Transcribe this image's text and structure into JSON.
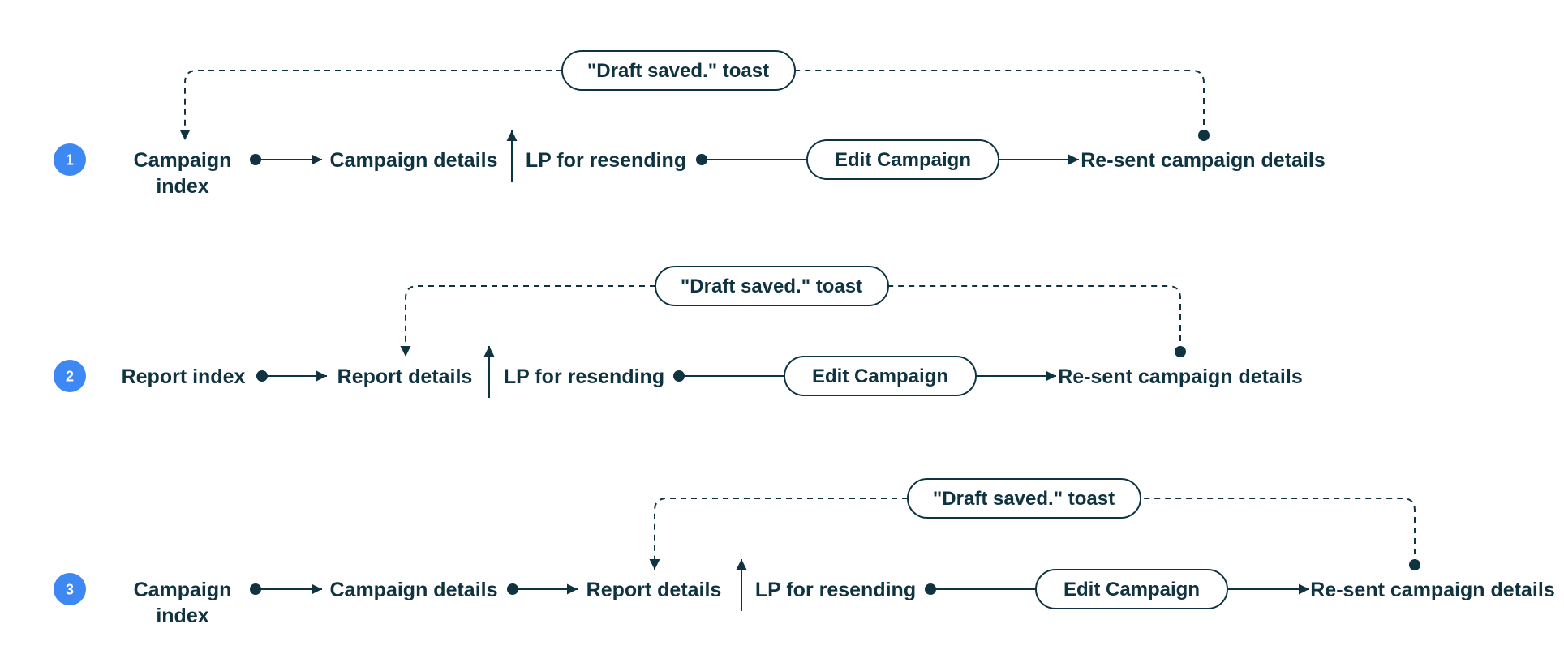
{
  "colors": {
    "ink": "#0f3340",
    "badge": "#3d88f2",
    "background": "#ffffff"
  },
  "flows": [
    {
      "number": "1",
      "nodes": {
        "start_line1": "Campaign",
        "start_line2": "index",
        "details": "Campaign details",
        "lp": "LP for resending",
        "edit": "Edit Campaign",
        "resent": "Re-sent campaign details",
        "toast": "\"Draft saved.\" toast"
      }
    },
    {
      "number": "2",
      "nodes": {
        "start": "Report index",
        "details": "Report details",
        "lp": "LP for resending",
        "edit": "Edit Campaign",
        "resent": "Re-sent campaign details",
        "toast": "\"Draft saved.\" toast"
      }
    },
    {
      "number": "3",
      "nodes": {
        "start_line1": "Campaign",
        "start_line2": "index",
        "campaign_details": "Campaign details",
        "details": "Report details",
        "lp": "LP for resending",
        "edit": "Edit Campaign",
        "resent": "Re-sent campaign details",
        "toast": "\"Draft saved.\" toast"
      }
    }
  ]
}
